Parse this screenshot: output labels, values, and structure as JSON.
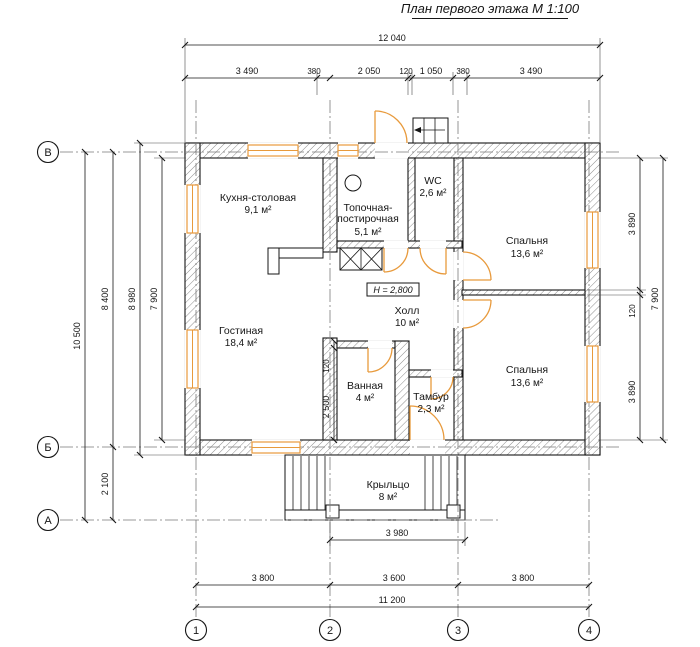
{
  "title": "План первого этажа М 1:100",
  "height_note": "Н = 2,800",
  "rooms": {
    "kitchen": {
      "name": "Кухня-столовая",
      "area": "9,1 м²"
    },
    "boiler": {
      "name1": "Топочная-",
      "name2": "постирочная",
      "area": "5,1 м²"
    },
    "wc": {
      "name": "WC",
      "area": "2,6 м²"
    },
    "bedroom1": {
      "name": "Спальня",
      "area": "13,6 м²"
    },
    "living": {
      "name": "Гостиная",
      "area": "18,4 м²"
    },
    "hall": {
      "name": "Холл",
      "area": "10 м²"
    },
    "bath": {
      "name": "Ванная",
      "area": "4 м²"
    },
    "tambour": {
      "name": "Тамбур",
      "area": "2,3 м²"
    },
    "bedroom2": {
      "name": "Спальня",
      "area": "13,6 м²"
    },
    "porch": {
      "name": "Крыльцо",
      "area": "8 м²"
    }
  },
  "axes": {
    "row_top": "В",
    "row_mid": "Б",
    "row_bottom": "А",
    "col1": "1",
    "col2": "2",
    "col3": "3",
    "col4": "4"
  },
  "dims": {
    "top_total": "12 040",
    "top_chain": [
      "3 490",
      "380",
      "2 050",
      "120",
      "1 050",
      "380",
      "3 490"
    ],
    "left_total": "10 500",
    "left_upper": "8 400",
    "left_lower": "2 100",
    "left_outer": "8 980",
    "left_inner": "7 900",
    "right_upper": "3 890",
    "right_mid": "120",
    "right_lower": "3 890",
    "right_inner": "7 900",
    "bath_wall": "120",
    "bath_height": "2 500",
    "porch_width": "3 980",
    "bottom_chain": [
      "3 800",
      "3 600",
      "3 800"
    ],
    "bottom_total": "11 200"
  },
  "colors": {
    "opening_accent": "#e89a3c",
    "wall_hatch": "#808080",
    "line": "#161616"
  }
}
